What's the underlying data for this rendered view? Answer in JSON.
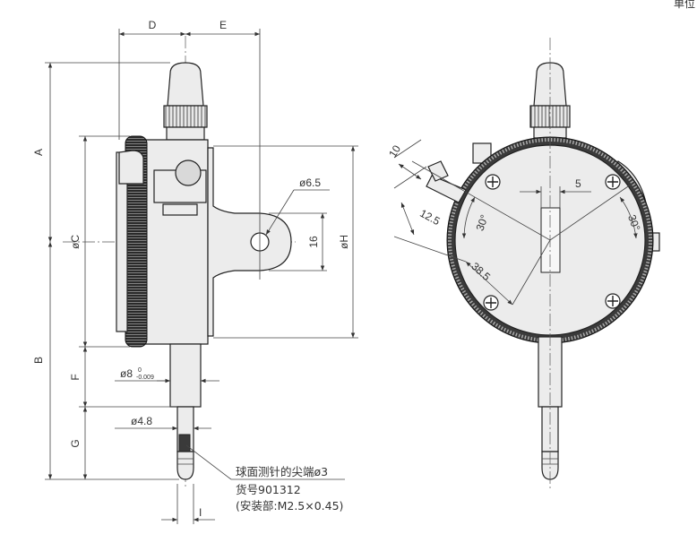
{
  "corner_fragment": "单位",
  "left_view": {
    "dim_D": "D",
    "dim_E": "E",
    "dim_A": "A",
    "dim_B": "B",
    "dim_C": "øC",
    "dim_F": "F",
    "dim_G": "G",
    "dim_H": "øH",
    "dim_I": "I",
    "lug_hole": "ø6.5",
    "lug_height": "16",
    "stem_dia_main": "ø8",
    "stem_tol_upper": "0",
    "stem_tol_lower": "-0.009",
    "spindle_dia": "ø4.8"
  },
  "callout": {
    "line1": "球面测针的尖端ø3",
    "line2": "货号901312",
    "line3": "(安装部:M2.5×0.45)"
  },
  "right_view": {
    "dim_10": "10",
    "dim_12_5": "12.5",
    "angle_left": "30°",
    "angle_right": "30°",
    "dim_5": "5",
    "dim_38_5": "38.5"
  }
}
